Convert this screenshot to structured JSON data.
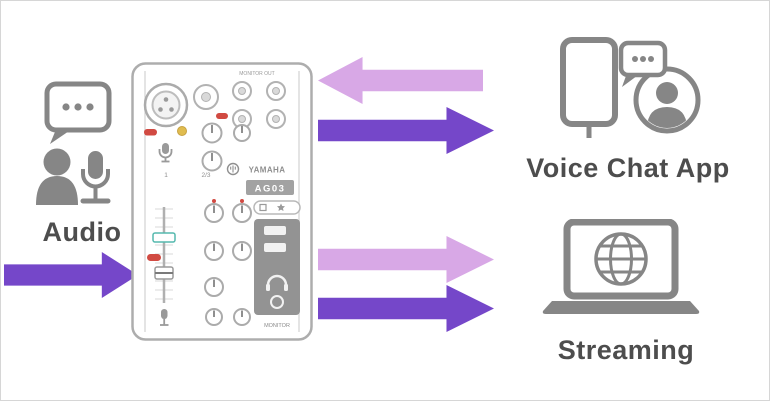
{
  "colors": {
    "arrow_dark": "#7547c9",
    "arrow_light": "#d8a8e6",
    "icon_gray": "#868686",
    "label_text": "#4d4d4d",
    "accent_red": "#d14a42",
    "accent_yellow": "#e0bc4f"
  },
  "nodes": {
    "audio": {
      "label": "Audio"
    },
    "voice_chat": {
      "label": "Voice Chat App"
    },
    "streaming": {
      "label": "Streaming"
    }
  },
  "device": {
    "brand": "YAMAHA",
    "model": "AG03",
    "monitor_out": "MONITOR OUT",
    "channel_1": "1",
    "channel_23": "2/3",
    "monitor": "MONITOR"
  },
  "arrows": [
    {
      "id": "audio-to-mixer",
      "from": "audio",
      "to": "mixer",
      "direction": "right",
      "tone": "dark"
    },
    {
      "id": "voice-chat-to-mixer",
      "from": "voice_chat",
      "to": "mixer",
      "direction": "left",
      "tone": "light"
    },
    {
      "id": "mixer-to-voice-chat",
      "from": "mixer",
      "to": "voice_chat",
      "direction": "right",
      "tone": "dark"
    },
    {
      "id": "mixer-to-streaming-upper",
      "from": "mixer",
      "to": "streaming",
      "direction": "right",
      "tone": "light"
    },
    {
      "id": "mixer-to-streaming-lower",
      "from": "mixer",
      "to": "streaming",
      "direction": "right",
      "tone": "dark"
    }
  ]
}
